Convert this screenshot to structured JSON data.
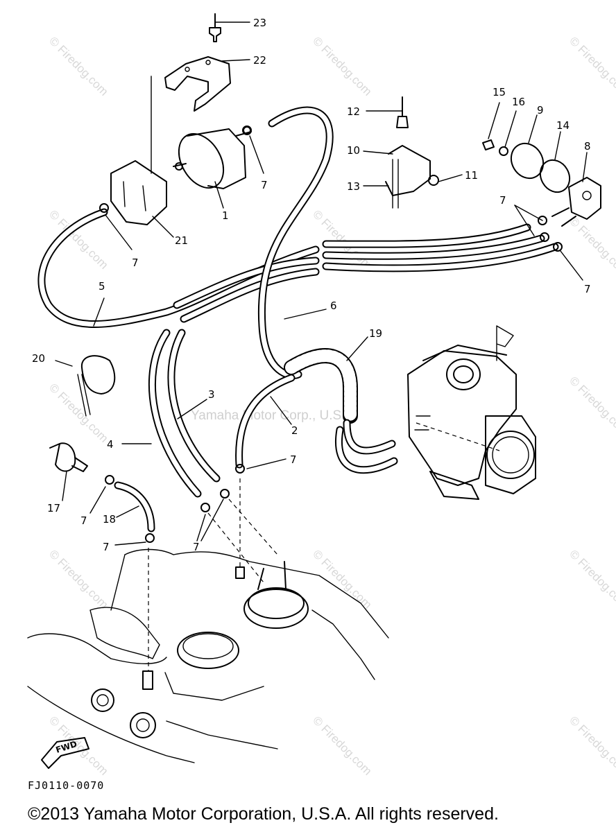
{
  "watermark": {
    "site": "© Firedog.com",
    "center": "Yamaha Motor Corp., U.S.A."
  },
  "diagram": {
    "code": "FJ0110-0070",
    "fwd_label": "FWD",
    "callouts": [
      {
        "id": "c23",
        "text": "23"
      },
      {
        "id": "c22",
        "text": "22"
      },
      {
        "id": "c21",
        "text": "21"
      },
      {
        "id": "c1",
        "text": "1"
      },
      {
        "id": "c7a",
        "text": "7"
      },
      {
        "id": "c7b",
        "text": "7"
      },
      {
        "id": "c5",
        "text": "5"
      },
      {
        "id": "c6",
        "text": "6"
      },
      {
        "id": "c12",
        "text": "12"
      },
      {
        "id": "c10",
        "text": "10"
      },
      {
        "id": "c13",
        "text": "13"
      },
      {
        "id": "c11",
        "text": "11"
      },
      {
        "id": "c15",
        "text": "15"
      },
      {
        "id": "c16",
        "text": "16"
      },
      {
        "id": "c9",
        "text": "9"
      },
      {
        "id": "c14",
        "text": "14"
      },
      {
        "id": "c8",
        "text": "8"
      },
      {
        "id": "c7c",
        "text": "7"
      },
      {
        "id": "c7d",
        "text": "7"
      },
      {
        "id": "c19",
        "text": "19"
      },
      {
        "id": "c20",
        "text": "20"
      },
      {
        "id": "c3",
        "text": "3"
      },
      {
        "id": "c2",
        "text": "2"
      },
      {
        "id": "c4",
        "text": "4"
      },
      {
        "id": "c7e",
        "text": "7"
      },
      {
        "id": "c17",
        "text": "17"
      },
      {
        "id": "c7f",
        "text": "7"
      },
      {
        "id": "c18",
        "text": "18"
      },
      {
        "id": "c7g",
        "text": "7"
      },
      {
        "id": "c7h",
        "text": "7"
      }
    ]
  },
  "footer": {
    "copyright": "©2013 Yamaha Motor Corporation, U.S.A. All rights reserved."
  }
}
